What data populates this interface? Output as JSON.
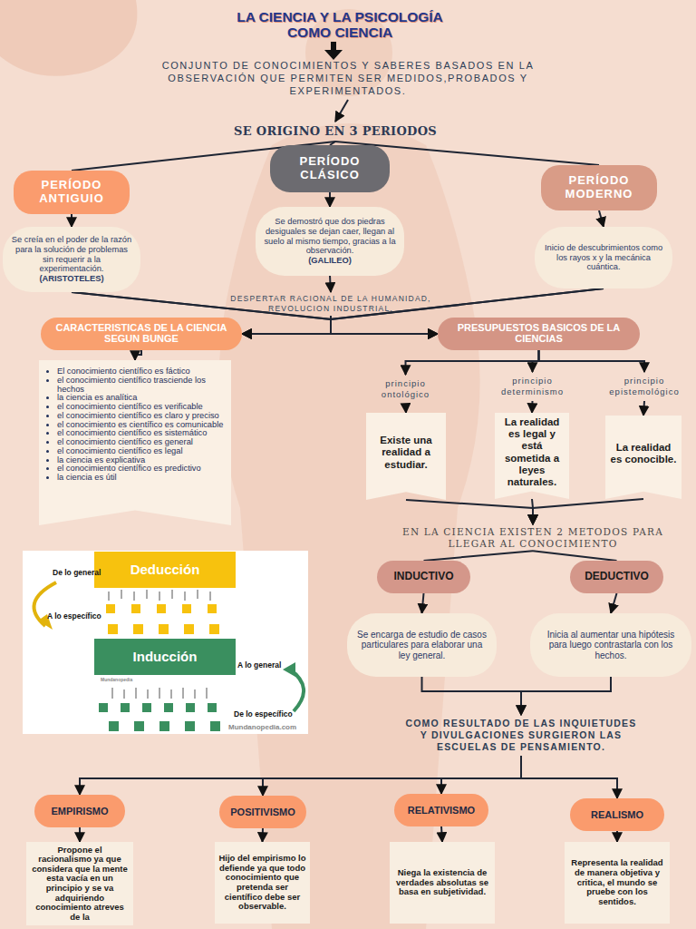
{
  "diagram": {
    "title": "LA CIENCIA Y LA PSICOLOGÍA COMO CIENCIA",
    "nodes": [
      {
        "text": [
          "CONJUNTO DE CONOCIMIENTOS Y SABERES BASADOS EN LA OBSERVACIÓN QUE PERMITEN SER MEDIDOS,PROBADOS Y EXPERIMENTADOS."
        ]
      },
      {
        "text": [
          "SE ORIGINO EN 3 PERIODOS"
        ]
      },
      {
        "text": [
          "PERÍODO ANTIGUIO"
        ]
      },
      {
        "text": [
          "PERÍODO CLÁSICO"
        ]
      },
      {
        "text": [
          "PERÍODO MODERNO"
        ]
      },
      {
        "text": [
          "Se creía en el poder de la razón para la solución de problemas sin requerir a la experimentación.",
          "(ARISTOTELES)"
        ]
      },
      {
        "text": [
          "Se demostró que dos piedras desiguales se dejan caer, llegan al suelo al mismo tiempo, gracias a la observación.",
          "(GALILEO)"
        ]
      },
      {
        "text": [
          "Inicio de descubrimientos como los rayos x y la mecánica cuántica."
        ]
      },
      {
        "text": [
          "DESPERTAR RACIONAL DE LA HUMANIDAD, REVOLUCION INDUSTRIAL."
        ]
      },
      {
        "text": [
          "CARACTERISTICAS DE LA CIENCIA SEGUN BUNGE"
        ]
      },
      {
        "text": [
          "PRESUPUESTOS BASICOS DE LA CIENCIAS"
        ]
      },
      {
        "text": [
          "El conocimiento científico es fáctico",
          "el conocimiento científico trasciende los hechos",
          "la ciencia es analítica",
          "el conocimiento científico es verificable",
          "el conocimiento científico es claro y preciso",
          "el conocimiento es científico es comunicable",
          "el conocimiento científico es sistemático",
          "el conocimiento científico es general",
          "el conocimiento científico es legal",
          "la ciencia es explicativa",
          "el conocimiento científico es predictivo",
          "la ciencia es útil"
        ]
      },
      {
        "text": [
          "principio ontológico"
        ]
      },
      {
        "text": [
          "principio determinismo"
        ]
      },
      {
        "text": [
          "principio epistemológico"
        ]
      },
      {
        "text": [
          "Existe una realidad a estudiar."
        ]
      },
      {
        "text": [
          "La realidad es legal y está sometida a leyes naturales."
        ]
      },
      {
        "text": [
          "La realidad es conocible."
        ]
      },
      {
        "text": [
          "EN LA CIENCIA EXISTEN 2 METODOS PARA LLEGAR AL CONOCIMIENTO"
        ]
      },
      {
        "text": [
          "INDUCTIVO"
        ]
      },
      {
        "text": [
          "DEDUCTIVO"
        ]
      },
      {
        "text": [
          "Se encarga de estudio de casos particulares para elaborar una ley general."
        ]
      },
      {
        "text": [
          "Inicia al aumentar una hipótesis para luego contrastarla con los hechos."
        ]
      },
      {
        "text": [
          "COMO RESULTADO DE LAS INQUIETUDES Y DIVULGACIONES SURGIERON LAS ESCUELAS DE PENSAMIENTO."
        ]
      },
      {
        "text": [
          "EMPIRISMO"
        ]
      },
      {
        "text": [
          "POSITIVISMO"
        ]
      },
      {
        "text": [
          "RELATIVISMO"
        ]
      },
      {
        "text": [
          "REALISMO"
        ]
      },
      {
        "text": [
          "Propone el racionalismo ya que considera que la mente esta vacía en un principio y se va adquiriendo conocimiento atreves de la"
        ]
      },
      {
        "text": [
          "Hijo del empirismo lo defiende ya que todo conocimiento que pretenda ser científico debe ser observable."
        ]
      },
      {
        "text": [
          "Niega la existencia de verdades absolutas se basa en subjetividad."
        ]
      },
      {
        "text": [
          "Representa la realidad de manera objetiva y critica, el mundo se pruebe con los sentidos."
        ]
      },
      {
        "text": [
          "Deducción"
        ]
      },
      {
        "text": [
          "Inducción"
        ]
      }
    ],
    "edges": [
      {
        "from": 0,
        "to": 1,
        "arrow": "to"
      },
      {
        "from": 1,
        "to": 2,
        "arrow": "none"
      },
      {
        "from": 1,
        "to": 3,
        "arrow": "none"
      },
      {
        "from": 1,
        "to": 4,
        "arrow": "none"
      },
      {
        "from": 2,
        "to": 5,
        "arrow": "to"
      },
      {
        "from": 3,
        "to": 6,
        "arrow": "to"
      },
      {
        "from": 4,
        "to": 7,
        "arrow": "to"
      },
      {
        "from": 6,
        "to": 8,
        "arrow": "to"
      },
      {
        "from": 5,
        "to": 9,
        "arrow": "to"
      },
      {
        "from": 5,
        "to": 10,
        "arrow": "to"
      },
      {
        "from": 8,
        "to": 9,
        "arrow": "to"
      },
      {
        "from": 8,
        "to": 10,
        "arrow": "to"
      },
      {
        "from": 7,
        "to": 9,
        "arrow": "to"
      },
      {
        "from": 7,
        "to": 10,
        "arrow": "to"
      },
      {
        "from": 9,
        "to": 11,
        "arrow": "to"
      },
      {
        "from": 10,
        "to": 12,
        "arrow": "to"
      },
      {
        "from": 10,
        "to": 13,
        "arrow": "to"
      },
      {
        "from": 10,
        "to": 14,
        "arrow": "to"
      },
      {
        "from": 12,
        "to": 15,
        "arrow": "to"
      },
      {
        "from": 13,
        "to": 16,
        "arrow": "to"
      },
      {
        "from": 14,
        "to": 17,
        "arrow": "to"
      },
      {
        "from": 15,
        "to": 18,
        "arrow": "to"
      },
      {
        "from": 16,
        "to": 18,
        "arrow": "to"
      },
      {
        "from": 17,
        "to": 18,
        "arrow": "to"
      },
      {
        "from": 18,
        "to": 19,
        "arrow": "none"
      },
      {
        "from": 18,
        "to": 20,
        "arrow": "none"
      },
      {
        "from": 19,
        "to": 21,
        "arrow": "to"
      },
      {
        "from": 20,
        "to": 22,
        "arrow": "to"
      },
      {
        "from": 21,
        "to": 23,
        "arrow": "to"
      },
      {
        "from": 22,
        "to": 23,
        "arrow": "to"
      },
      {
        "from": 23,
        "to": 24,
        "arrow": "to"
      },
      {
        "from": 23,
        "to": 25,
        "arrow": "to"
      },
      {
        "from": 23,
        "to": 26,
        "arrow": "to"
      },
      {
        "from": 23,
        "to": 27,
        "arrow": "to"
      },
      {
        "from": 24,
        "to": 28,
        "arrow": "to"
      },
      {
        "from": 25,
        "to": 29,
        "arrow": "to"
      },
      {
        "from": 26,
        "to": 30,
        "arrow": "to"
      },
      {
        "from": 27,
        "to": 31,
        "arrow": "to"
      }
    ],
    "labels": [
      "De lo general",
      "A lo específico",
      "A lo general",
      "De lo específico",
      "Mundanopedia",
      "Mundanopedia.com"
    ]
  }
}
